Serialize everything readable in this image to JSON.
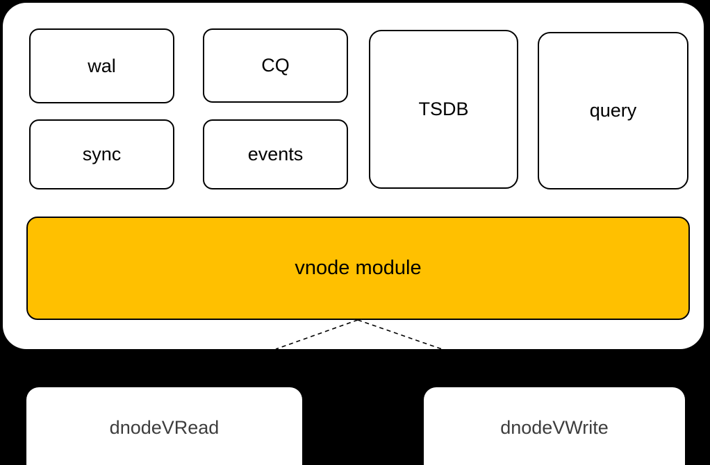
{
  "diagram": {
    "title": "vnode architecture",
    "background_color": "#000000",
    "container": {
      "name": "vnode container",
      "fill": "#ffffff"
    },
    "modules": [
      {
        "id": "wal",
        "label": "wal",
        "shape": "rounded-rect",
        "fill": "#ffffff",
        "stroke": "#000000"
      },
      {
        "id": "cq",
        "label": "CQ",
        "shape": "rounded-rect",
        "fill": "#ffffff",
        "stroke": "#000000"
      },
      {
        "id": "sync",
        "label": "sync",
        "shape": "rounded-rect",
        "fill": "#ffffff",
        "stroke": "#000000"
      },
      {
        "id": "events",
        "label": "events",
        "shape": "rounded-rect",
        "fill": "#ffffff",
        "stroke": "#000000"
      },
      {
        "id": "tsdb",
        "label": "TSDB",
        "shape": "rounded-rect",
        "fill": "#ffffff",
        "stroke": "#000000"
      },
      {
        "id": "query",
        "label": "query",
        "shape": "rounded-rect",
        "fill": "#ffffff",
        "stroke": "#000000"
      }
    ],
    "vnode_module": {
      "label": "vnode module",
      "fill": "#ffc000",
      "stroke": "#000000"
    },
    "consumers": [
      {
        "id": "dnodevread",
        "label": "dnodeVRead",
        "shape": "dashed-rounded-rect",
        "fill": "#ffffff"
      },
      {
        "id": "dnodevwrite",
        "label": "dnodeVWrite",
        "shape": "dashed-rounded-rect",
        "fill": "#ffffff"
      }
    ],
    "connectors": [
      {
        "from": "vnode module",
        "to": "dnodeVRead",
        "style": "dashed",
        "color": "#000000"
      },
      {
        "from": "vnode module",
        "to": "dnodeVWrite",
        "style": "dashed",
        "color": "#000000"
      }
    ]
  }
}
